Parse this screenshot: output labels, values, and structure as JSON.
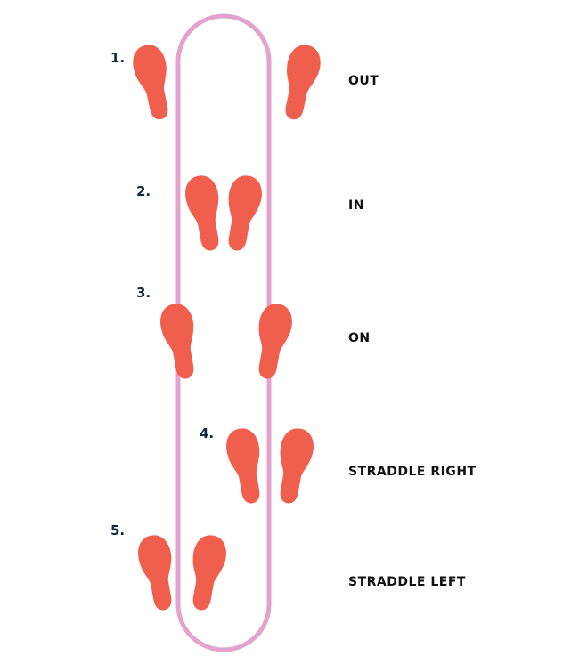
{
  "colors": {
    "loop": "#e3a3cc",
    "foot": "#f05e4d",
    "number": "#0f2a3f",
    "label": "#111111"
  },
  "steps": [
    {
      "number": "1.",
      "label": "OUT"
    },
    {
      "number": "2.",
      "label": "IN"
    },
    {
      "number": "3.",
      "label": "ON"
    },
    {
      "number": "4.",
      "label": "STRADDLE RIGHT"
    },
    {
      "number": "5.",
      "label": "STRADDLE LEFT"
    }
  ]
}
